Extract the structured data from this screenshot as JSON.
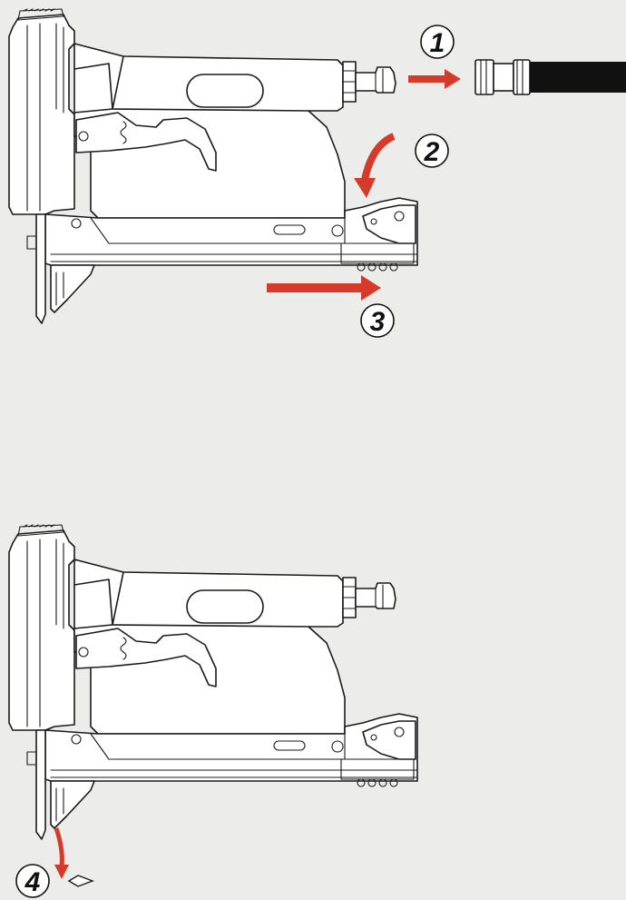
{
  "colors": {
    "background": "#ececeb",
    "arrow": "#d63a2b",
    "hose": "#111111",
    "line": "#1a1a1a"
  },
  "panels": [
    {
      "id": "panel-top",
      "steps": [
        "1",
        "2",
        "3"
      ]
    },
    {
      "id": "panel-bottom",
      "steps": [
        "4"
      ]
    }
  ],
  "steps": {
    "s1": "1",
    "s2": "2",
    "s3": "3",
    "s4": "4"
  },
  "icons": [
    "air-hose-coupler-icon",
    "curved-arrow-icon",
    "straight-arrow-icon",
    "fastener-icon"
  ]
}
